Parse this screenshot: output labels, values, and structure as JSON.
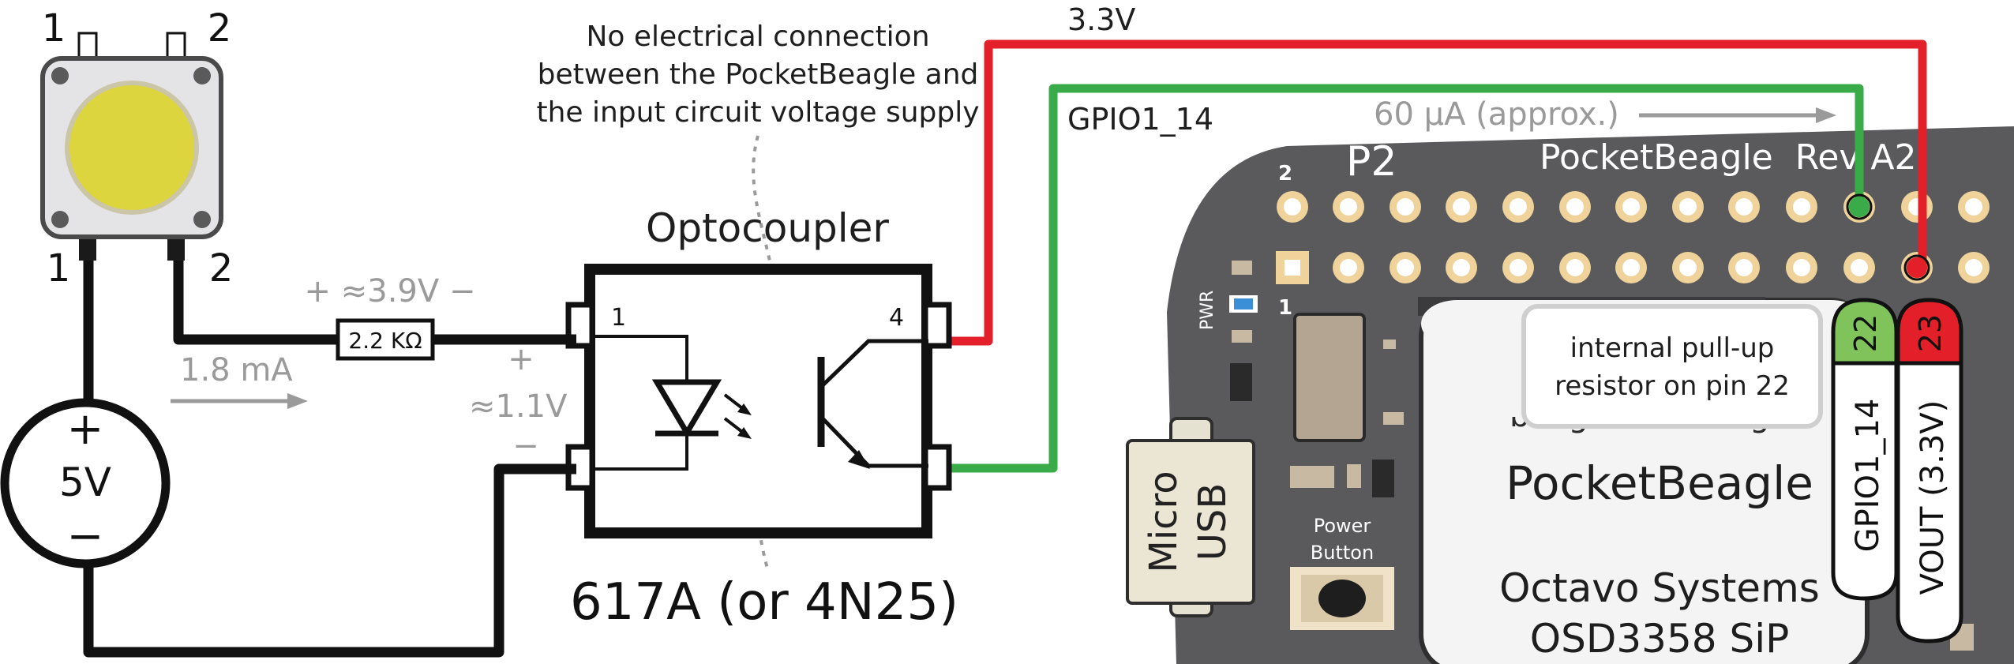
{
  "button": {
    "pin_1_top": "1",
    "pin_2_top": "2",
    "pin_1_bottom": "1",
    "pin_2_bottom": "2"
  },
  "supply": {
    "plus": "+",
    "value": "5V",
    "minus": "−"
  },
  "resistor": {
    "value": "2.2 KΩ",
    "drop": "+ ≈3.9V −"
  },
  "current": {
    "input": "1.8 mA",
    "output": "60 µA (approx.)"
  },
  "led_drop": {
    "plus": "+",
    "value": "≈1.1V",
    "minus": "−"
  },
  "optocoupler": {
    "title": "Optocoupler",
    "part": "617A (or 4N25)",
    "pin_1": "1",
    "pin_4": "4"
  },
  "note": {
    "line1": "No electrical connection",
    "line2": "between the PocketBeagle and",
    "line3": "the input circuit voltage supply"
  },
  "wires": {
    "red_label": "3.3V",
    "green_label": "GPIO1_14",
    "red_color": "#e3202a",
    "green_color": "#3aab49"
  },
  "board": {
    "header": "P2",
    "pin_2": "2",
    "pin_1": "1",
    "rev": "PocketBeagle  Rev A2",
    "pwr": "PWR",
    "usb_line1": "Micro",
    "usb_line2": "USB",
    "power_line1": "Power",
    "power_line2": "Button",
    "chip_partial": "beagleboard.org",
    "chip_name": "PocketBeagle",
    "chip_line1": "Octavo Systems",
    "chip_line2": "OSD3358 SiP",
    "board_color": "#5a5a5c"
  },
  "callout": {
    "line1": "internal pull-up",
    "line2": "resistor on pin 22"
  },
  "tags": {
    "pin22_num": "22",
    "pin22_name": "GPIO1_14",
    "pin23_num": "23",
    "pin23_name": "VOUT (3.3V)"
  }
}
